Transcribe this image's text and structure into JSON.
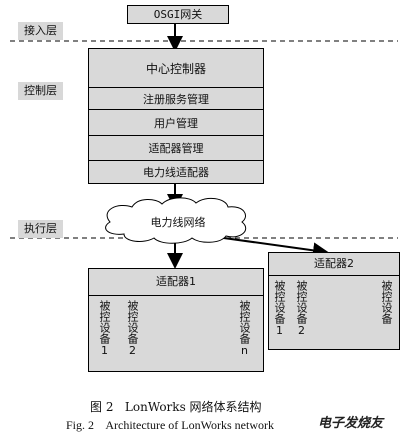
{
  "osgi_gateway": "OSGI网关",
  "layers": {
    "access": "接入层",
    "control": "控制层",
    "execution": "执行层"
  },
  "controller": {
    "rows": [
      "中心控制器",
      "注册服务管理",
      "用户管理",
      "适配器管理",
      "电力线适配器"
    ]
  },
  "powerline_network": "电力线网络",
  "adapter1": {
    "title": "适配器1",
    "devices": [
      "被控设备1",
      "被控设备2",
      "被控设备n"
    ]
  },
  "adapter2": {
    "title": "适配器2",
    "devices": [
      "被控设备1",
      "被控设备2",
      "被控设备"
    ]
  },
  "caption": {
    "cn": "图 2   LonWorks 网络体系结构",
    "en": "Fig. 2    Architecture of LonWorks network"
  },
  "watermark": "电子发烧友",
  "colors": {
    "box_fill": "#d9d9d9",
    "line": "#000000"
  }
}
